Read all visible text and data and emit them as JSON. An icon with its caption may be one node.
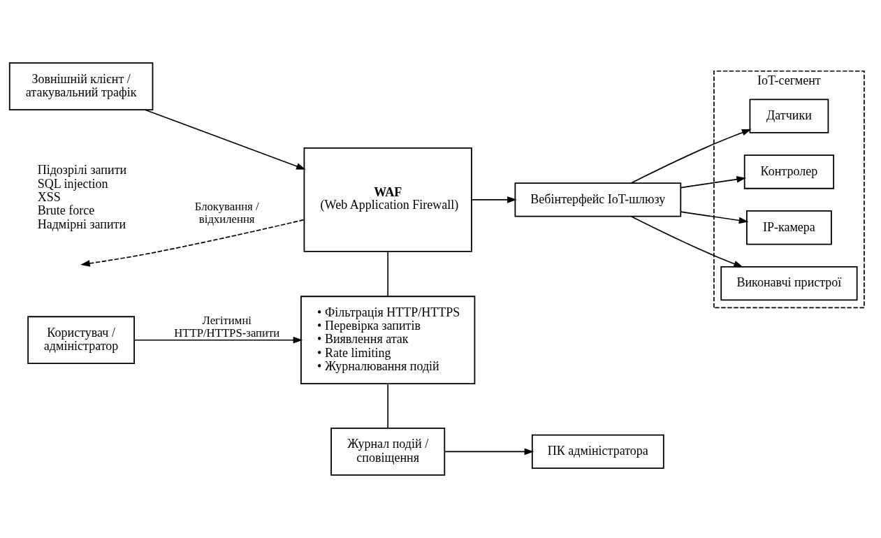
{
  "diagram": {
    "nodes": [
      {
        "text": [
          "Зовнішній клієнт / атакувальний трафік"
        ]
      },
      {
        "text": [
          "WAF",
          "(Web Application Firewall)"
        ]
      },
      {
        "text": [
          "Вебінтерфейс IoT-шлюзу"
        ]
      },
      {
        "text": [
          "IoT-сегмент"
        ]
      },
      {
        "text": [
          "Датчики"
        ],
        "in": 3
      },
      {
        "text": [
          "Контролер"
        ],
        "in": 3
      },
      {
        "text": [
          "IP-камера"
        ],
        "in": 3
      },
      {
        "text": [
          "Виконавчі пристрої"
        ],
        "in": 3
      },
      {
        "text": [
          "Користувач / адміністратор"
        ]
      },
      {
        "text": [
          "• Фільтрація HTTP/HTTPS",
          "• Перевірка запитів",
          "• Виявлення атак",
          "• Rate limiting",
          "• Журналювання подій"
        ]
      },
      {
        "text": [
          "Журнал подій / сповіщення"
        ]
      },
      {
        "text": [
          "ПК адміністратора"
        ]
      }
    ],
    "edges": [
      {
        "from": 0,
        "to": 1,
        "arrow": "to"
      },
      {
        "from": 1,
        "to": null,
        "arrow": "to",
        "style": "dashed",
        "label": "Блокування / відхилення"
      },
      {
        "from": 1,
        "to": 2,
        "arrow": "to"
      },
      {
        "from": 2,
        "to": 4,
        "arrow": "to"
      },
      {
        "from": 2,
        "to": 5,
        "arrow": "to"
      },
      {
        "from": 2,
        "to": 6,
        "arrow": "to"
      },
      {
        "from": 2,
        "to": 7,
        "arrow": "to"
      },
      {
        "from": 8,
        "to": 9,
        "arrow": "to",
        "label": "Легітимні HTTP/HTTPS-запити"
      },
      {
        "from": 1,
        "to": 9,
        "arrow": "none"
      },
      {
        "from": 9,
        "to": 10,
        "arrow": "none"
      },
      {
        "from": 10,
        "to": 11,
        "arrow": "to"
      }
    ],
    "labels": [
      "Підозрілі запити",
      "SQL injection",
      "XSS",
      "Brute force",
      "Надмірні запити"
    ]
  }
}
